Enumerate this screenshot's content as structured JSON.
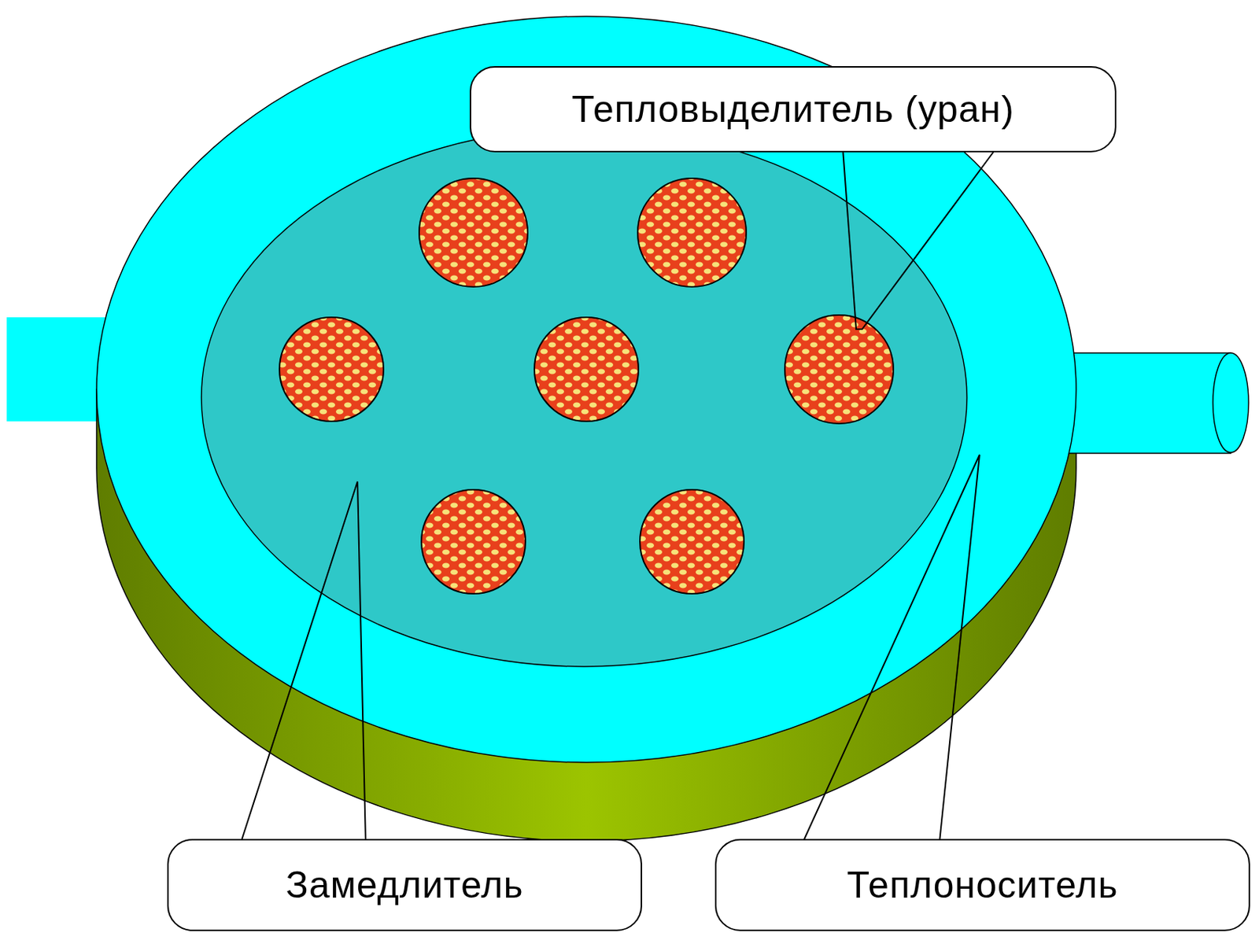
{
  "diagram": {
    "nodes": [
      {
        "text": [
          "Тепловыделитель (уран)"
        ]
      },
      {
        "text": [
          "Замедлитель"
        ]
      },
      {
        "text": [
          "Теплоноситель"
        ]
      }
    ]
  }
}
